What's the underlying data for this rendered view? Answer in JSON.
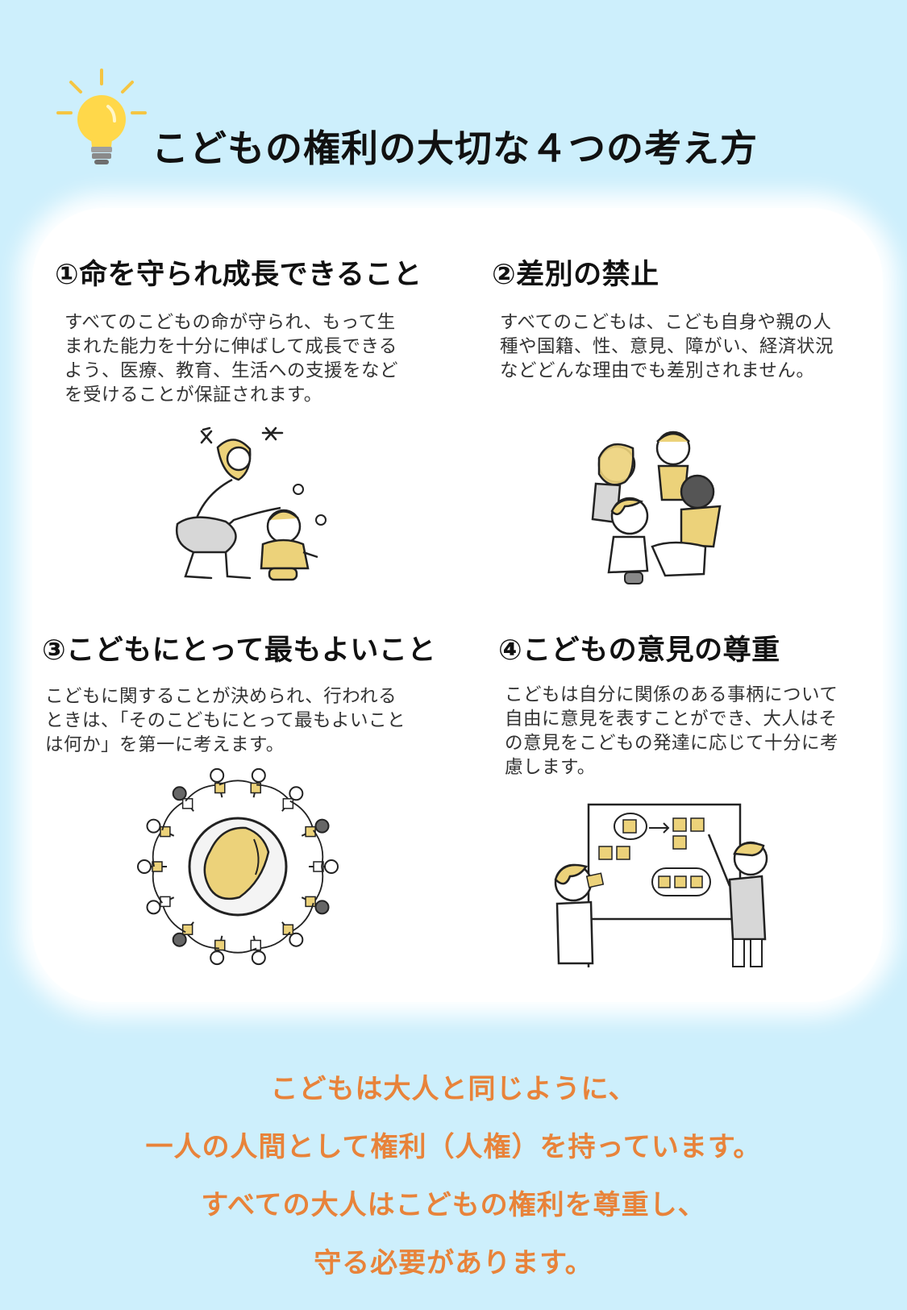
{
  "page": {
    "title": "こどもの権利の大切な４つの考え方"
  },
  "principles": [
    {
      "title": "①命を守られ成長できること",
      "body": "すべてのこどもの命が守られ、もって生まれた能力を十分に伸ばして成長できるよう、医療、教育、生活への支援をなどを受けることが保証されます。"
    },
    {
      "title": "②差別の禁止",
      "body": "すべてのこどもは、こども自身や親の人種や国籍、性、意見、障がい、経済状況などどんな理由でも差別されません。"
    },
    {
      "title": "③こどもにとって最もよいこと",
      "body": "こどもに関することが決められ、行われるときは、「そのこどもにとって最もよいことは何か」を第一に考えます。"
    },
    {
      "title": "④こどもの意見の尊重",
      "body": "こどもは自分に関係のある事柄について自由に意見を表すことができ、大人はその意見をこどもの発達に応じて十分に考慮します。"
    }
  ],
  "footer": {
    "lines": [
      "こどもは大人と同じように、",
      "一人の人間として権利（人権）を持っています。",
      "すべての大人はこどもの権利を尊重し、",
      "守る必要があります。"
    ]
  },
  "colors": {
    "background": "#cdeffc",
    "accent_yellow": "#ecd27a",
    "footer_text": "#e8833a",
    "bulb": "#ffd84a"
  }
}
